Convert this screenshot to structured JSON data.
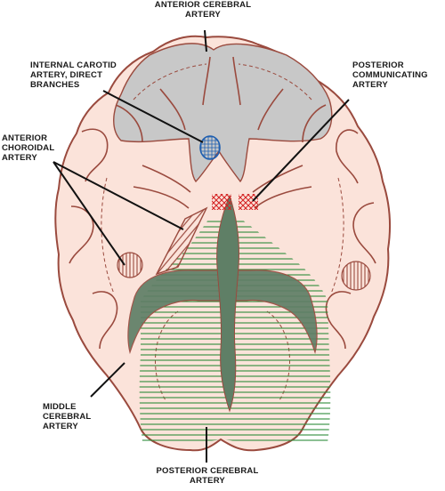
{
  "labels": {
    "anterior_cerebral": [
      "ANTERIOR CEREBRAL",
      "ARTERY"
    ],
    "internal_carotid": [
      "INTERNAL CAROTID",
      "ARTERY, DIRECT",
      "BRANCHES"
    ],
    "posterior_communicating": [
      "POSTERIOR",
      "COMMUNICATING",
      "ARTERY"
    ],
    "anterior_choroidal": [
      "ANTERIOR",
      "CHOROIDAL",
      "ARTERY"
    ],
    "middle_cerebral": [
      "MIDDLE",
      "CEREBRAL",
      "ARTERY"
    ],
    "posterior_cerebral": [
      "POSTERIOR CEREBRAL",
      "ARTERY"
    ]
  },
  "colors": {
    "brain_fill": "#fbe3da",
    "outline": "#9a4a3e",
    "anterior_cerebral_territory": "#c8c8c8",
    "ventricle": "#5f7f66",
    "posterior_cerebral_hatch": "#2e8b3a",
    "internal_carotid_hatch": "#1f5fb0",
    "posterior_communicating_hatch": "#d42020",
    "choroidal_hatch": "#9a4a3e",
    "leader_line": "#111111"
  }
}
